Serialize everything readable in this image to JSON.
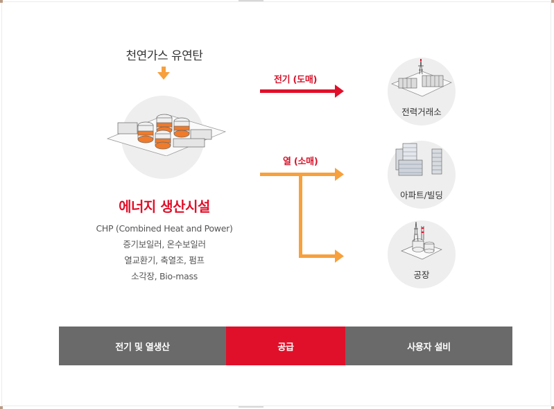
{
  "source": {
    "label": "천연가스 유연탄"
  },
  "facility": {
    "title": "에너지 생산시설",
    "lines": [
      "CHP (Combined Heat and Power)",
      "증기보일러, 온수보일러",
      "열교환기, 축열조, 펌프",
      "소각장, Bio-mass"
    ]
  },
  "flows": {
    "electric": "전기 (도매)",
    "heat": "열 (소매)"
  },
  "destinations": [
    {
      "label": "전력거래소",
      "icon": "power-exchange-icon"
    },
    {
      "label": "아파트/빌딩",
      "icon": "apartment-building-icon"
    },
    {
      "label": "공장",
      "icon": "factory-icon"
    }
  ],
  "bottom_bar": {
    "production": "전기 및 열생산",
    "supply": "공급",
    "user": "사용자 설비"
  },
  "colors": {
    "accent_red": "#e0102a",
    "accent_orange": "#f7a03c",
    "bar_gray": "#6a6a6a",
    "circle_bg": "#eeeeee"
  }
}
